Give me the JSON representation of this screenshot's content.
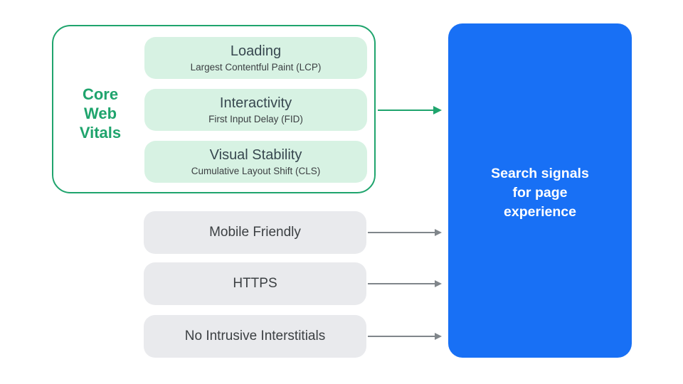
{
  "colors": {
    "green": "#1FA46D",
    "mint": "#D7F2E3",
    "blue": "#1870F5",
    "gray_fill": "#E9EAED",
    "arrow_gray": "#80868B",
    "title_dark": "#37474F",
    "subtitle_dark": "#3C4043"
  },
  "core_web_vitals": {
    "label": "Core\nWeb\nVitals",
    "items": [
      {
        "title": "Loading",
        "subtitle": "Largest Contentful Paint (LCP)"
      },
      {
        "title": "Interactivity",
        "subtitle": "First Input Delay (FID)"
      },
      {
        "title": "Visual Stability",
        "subtitle": "Cumulative Layout Shift (CLS)"
      }
    ]
  },
  "other_signals": [
    {
      "label": "Mobile Friendly"
    },
    {
      "label": "HTTPS"
    },
    {
      "label": "No Intrusive Interstitials"
    }
  ],
  "result": {
    "label": "Search signals\nfor page\nexperience"
  }
}
